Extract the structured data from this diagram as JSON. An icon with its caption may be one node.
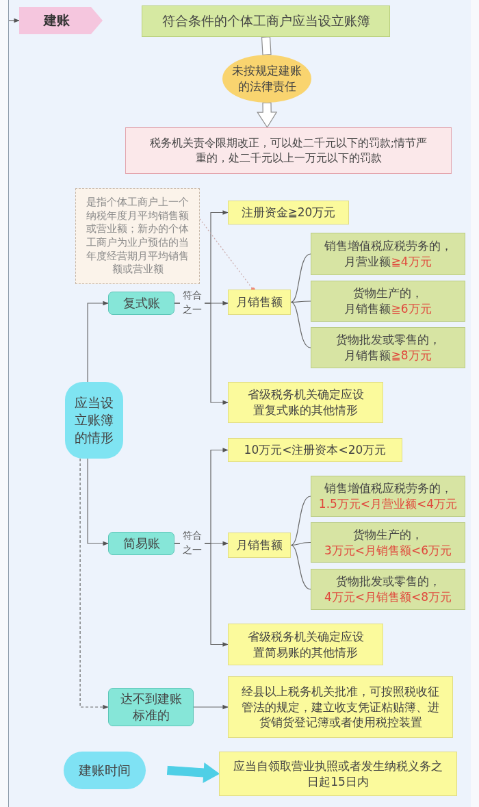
{
  "diagram": {
    "nodes": [
      {
        "text": [
          "建账"
        ]
      },
      {
        "text": [
          "符合条件的个体工商户应当设立账簿"
        ]
      },
      {
        "text": [
          "未按规定建账的法律责任"
        ]
      },
      {
        "text": [
          "税务机关责令限期改正，可以处二千元以下的罚款;情节严重的，处二千元以上一万元以下的罚款"
        ]
      },
      {
        "text": [
          "是指个体工商户上一个纳税年度月平均销售额或营业额；新办的个体工商户为业户预估的当年度经营期月平均销售额或营业额"
        ]
      },
      {
        "text": [
          "应当设立账簿的情形"
        ]
      },
      {
        "text": [
          "复式账"
        ]
      },
      {
        "text": [
          "注册资金≧20万元"
        ]
      },
      {
        "text": [
          "月销售额"
        ]
      },
      {
        "text": [
          "销售增值税应税劳务的，",
          "月营业额**≧4万元**"
        ]
      },
      {
        "text": [
          "货物生产的，",
          "月销售额**≧6万元**"
        ]
      },
      {
        "text": [
          "货物批发或零售的，",
          "月销售额**≧8万元**"
        ]
      },
      {
        "text": [
          "省级税务机关确定应设置复式账的其他情形"
        ]
      },
      {
        "text": [
          "简易账"
        ]
      },
      {
        "text": [
          "10万元<注册资本<20万元"
        ]
      },
      {
        "text": [
          "月销售额"
        ]
      },
      {
        "text": [
          "销售增值税应税劳务的，",
          "**1.5万元<月营业额<4万元**"
        ]
      },
      {
        "text": [
          "货物生产的，",
          "**3万元<月销售额<6万元**"
        ]
      },
      {
        "text": [
          "货物批发或零售的，",
          "**4万元<月销售额<8万元**"
        ]
      },
      {
        "text": [
          "省级税务机关确定应设置简易账的其他情形"
        ]
      },
      {
        "text": [
          "达不到建账标准的"
        ]
      },
      {
        "text": [
          "经县以上税务机关批准，可按照税收征管法的规定，建立收支凭证粘贴簿、进货销货登记簿或者使用税控装置"
        ]
      },
      {
        "text": [
          "建账时间"
        ]
      },
      {
        "text": [
          "应当自领取营业执照或者发生纳税义务之日起15日内"
        ]
      }
    ],
    "edges": [
      {
        "from": null,
        "to": 0,
        "arrow": "to"
      },
      {
        "from": 1,
        "to": 2,
        "arrow": "none",
        "style": "thick"
      },
      {
        "from": 2,
        "to": 3,
        "arrow": "to",
        "style": "thick"
      },
      {
        "from": 5,
        "to": 6,
        "arrow": "to"
      },
      {
        "from": 5,
        "to": 13,
        "arrow": "to"
      },
      {
        "from": 5,
        "to": 20,
        "arrow": "to",
        "style": "dashed"
      },
      {
        "from": 6,
        "to": 7,
        "arrow": "to"
      },
      {
        "from": 6,
        "to": 8,
        "arrow": "to",
        "label": "符合之一"
      },
      {
        "from": 6,
        "to": 12,
        "arrow": "to"
      },
      {
        "from": 8,
        "to": 9,
        "arrow": "none"
      },
      {
        "from": 8,
        "to": 10,
        "arrow": "none"
      },
      {
        "from": 8,
        "to": 11,
        "arrow": "none"
      },
      {
        "from": 13,
        "to": 14,
        "arrow": "to"
      },
      {
        "from": 13,
        "to": 15,
        "arrow": "to",
        "label": "符合之一"
      },
      {
        "from": 13,
        "to": 19,
        "arrow": "to"
      },
      {
        "from": 15,
        "to": 16,
        "arrow": "none"
      },
      {
        "from": 15,
        "to": 17,
        "arrow": "none"
      },
      {
        "from": 15,
        "to": 18,
        "arrow": "none"
      },
      {
        "from": 20,
        "to": 21,
        "arrow": "to"
      },
      {
        "from": 22,
        "to": 23,
        "arrow": "to",
        "style": "thick",
        "color": "#4fcfe6"
      },
      {
        "from": 4,
        "to": 8,
        "arrow": "other",
        "style": "dashed",
        "color": "#c9a6a6"
      }
    ]
  }
}
